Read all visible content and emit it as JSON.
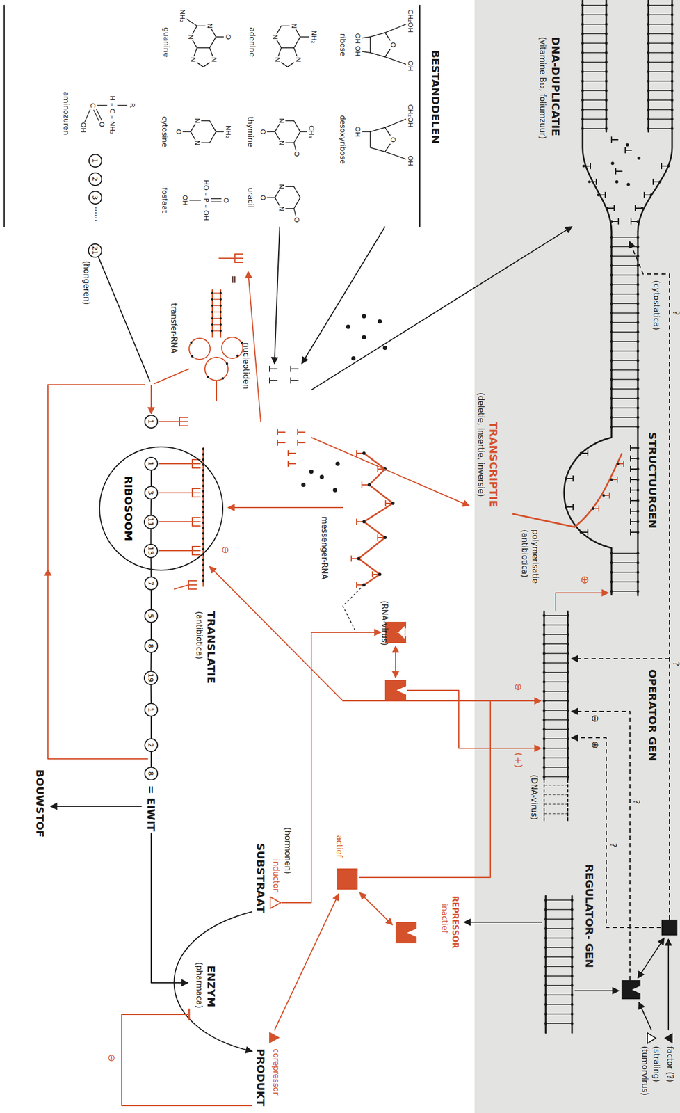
{
  "diagram": {
    "nodes": [
      {
        "text": [
          "RIBOSOOM"
        ]
      },
      {
        "text": [
          "1"
        ],
        "in": 0
      },
      {
        "text": [
          "3"
        ],
        "in": 0
      },
      {
        "text": [
          "11"
        ],
        "in": 0
      },
      {
        "text": [
          "13"
        ],
        "in": 0
      },
      {
        "text": [
          "7"
        ]
      },
      {
        "text": [
          "5"
        ]
      },
      {
        "text": [
          "8"
        ]
      },
      {
        "text": [
          "19"
        ]
      },
      {
        "text": [
          "1"
        ]
      },
      {
        "text": [
          "2"
        ]
      },
      {
        "text": [
          "8"
        ]
      },
      {
        "text": [
          "1"
        ]
      },
      {
        "text": [
          "1"
        ]
      },
      {
        "text": [
          "2"
        ]
      },
      {
        "text": [
          "3"
        ]
      },
      {
        "text": [
          "21"
        ]
      }
    ],
    "edges": [
      {
        "from": 1,
        "to": 2,
        "arrow": "none"
      },
      {
        "from": 2,
        "to": 3,
        "arrow": "none"
      },
      {
        "from": 3,
        "to": 4,
        "arrow": "none"
      },
      {
        "from": 4,
        "to": 5,
        "arrow": "none"
      },
      {
        "from": 5,
        "to": 6,
        "arrow": "none"
      },
      {
        "from": 6,
        "to": 7,
        "arrow": "none"
      },
      {
        "from": 7,
        "to": 8,
        "arrow": "none"
      },
      {
        "from": 8,
        "to": 9,
        "arrow": "none"
      },
      {
        "from": 9,
        "to": 10,
        "arrow": "none"
      },
      {
        "from": 10,
        "to": 11,
        "arrow": "none"
      }
    ],
    "labels": [
      "(cytostatica)",
      "?",
      "?",
      "?",
      "?",
      "DNA-DUPLICATIE",
      "(vitamine B₁₂, foliumzuur)",
      "STRUCTUURGEN",
      "TRANSCRIPTIE",
      "(deletie, insertie, inversie)",
      "polymerisatie",
      "(antibiotica)",
      "⊕",
      "OPERATOR GEN",
      "⊖",
      "⊕",
      "⊖",
      "(+)",
      "(DNA-virus)",
      "REGULATOR- GEN",
      "factor (?)",
      "(straling)",
      "(tumorvirus)",
      "REPRESSOR",
      "inactief",
      "nucleotiden",
      "=",
      "transfer-RNA",
      "messenger-RNA",
      "(RNA-virus)",
      "⊖",
      "TRANSLATIE",
      "(antibiotica)",
      "= EIWIT",
      "BOUWSTOF",
      "(hormonen)",
      "inductor",
      "SUBSTRAAT",
      "actief",
      "corepressor",
      "PRODUKT",
      "ENZYM",
      "(pharmaca)",
      "⊖",
      "BESTANDDELEN",
      "CH₂OH",
      "OH",
      "O",
      "OH OH",
      "ribose",
      "CH₂OH",
      "OH",
      "O",
      "OH",
      "desoxyribose",
      "NH₂",
      "N",
      "N",
      "N",
      "N",
      "adenine",
      "CH₃",
      "O",
      "N",
      "N",
      "O",
      "thymine",
      "O",
      "N",
      "N",
      "O",
      "uracil",
      "O",
      "NH₂",
      "N",
      "N",
      "N",
      "N",
      "guanine",
      "NH₂",
      "N",
      "N",
      "O",
      "cytosine",
      "O",
      "HO – P – OH",
      "OH",
      "fosfaat",
      "R",
      "H – C – NH₂",
      "C",
      "O",
      "OH",
      "aminozuren",
      "......",
      "(hongeren)"
    ]
  }
}
